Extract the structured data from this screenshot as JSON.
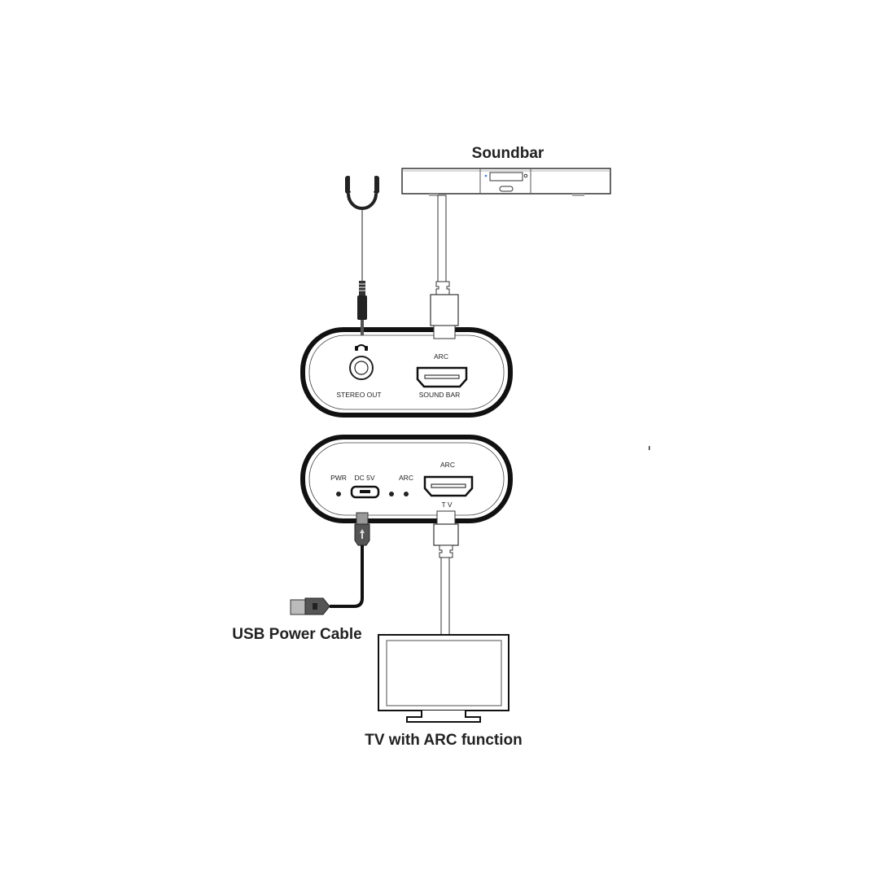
{
  "labels": {
    "soundbar": "Soundbar",
    "usb_power_cable": "USB Power Cable",
    "tv": "TV with ARC function"
  },
  "device_top": {
    "arc": "ARC",
    "stereo_out": "STEREO OUT",
    "sound_bar": "SOUND BAR"
  },
  "device_bottom": {
    "pwr": "PWR",
    "dc5v": "DC 5V",
    "arc_led": "ARC",
    "arc_port": "ARC",
    "tv": "T V"
  }
}
